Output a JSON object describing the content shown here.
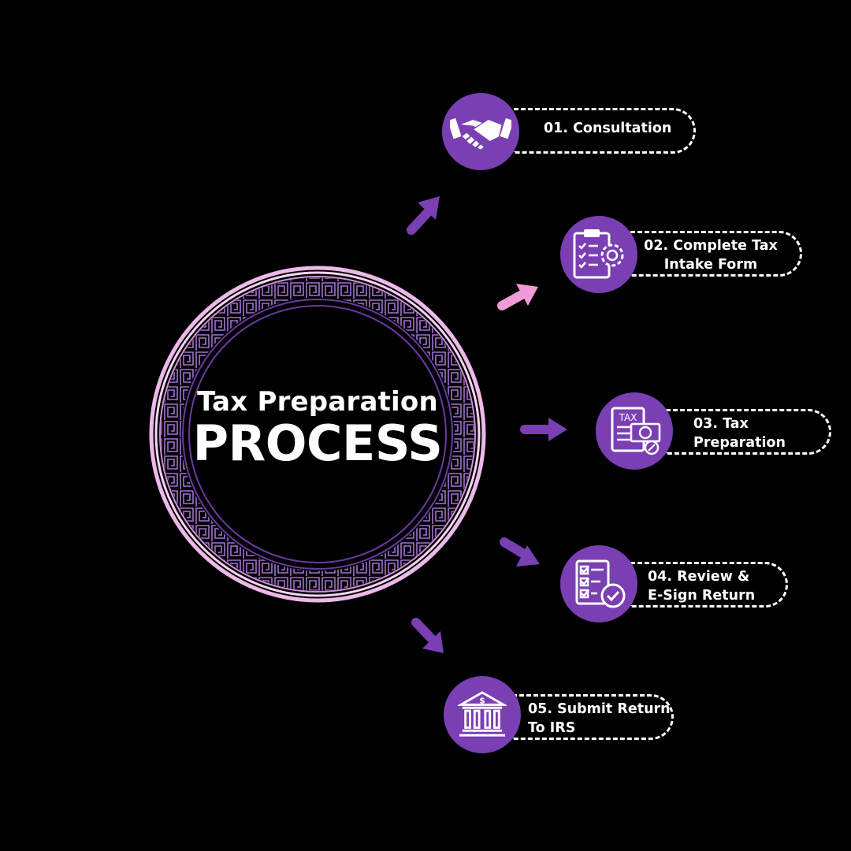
{
  "center": {
    "subtitle": "Tax Preparation",
    "title": "PROCESS"
  },
  "colors": {
    "background": "#000000",
    "accent_purple": "#7a3fb3",
    "accent_pink": "#f09ad6",
    "ring_light": "#ecb9ea",
    "ring_dark": "#6a3aa0",
    "text": "#ffffff"
  },
  "steps": [
    {
      "label_line1": "01. Consultation",
      "label_line2": "",
      "icon": "handshake-icon"
    },
    {
      "label_line1": "02. Complete Tax",
      "label_line2": "Intake Form",
      "icon": "clipboard-gear-icon"
    },
    {
      "label_line1": "03. Tax",
      "label_line2": "Preparation",
      "icon": "tax-document-icon"
    },
    {
      "label_line1": "04. Review &",
      "label_line2": "E-Sign Return",
      "icon": "checklist-check-icon"
    },
    {
      "label_line1": "05. Submit Return",
      "label_line2": "To IRS",
      "icon": "bank-icon"
    }
  ]
}
